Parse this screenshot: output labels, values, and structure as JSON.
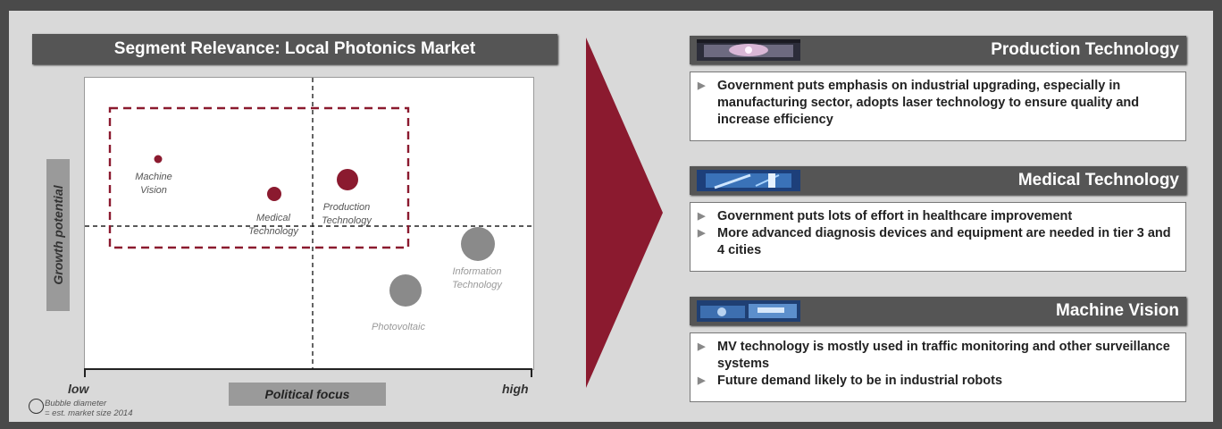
{
  "left_panel": {
    "title": "Segment Relevance: Local Photonics Market",
    "y_axis_label": "Growth potential",
    "x_axis_label": "Political focus",
    "x_low": "low",
    "x_high": "high",
    "legend_note_line1": "Bubble diameter",
    "legend_note_line2": "= est. market size 2014"
  },
  "bubbles": [
    {
      "label_line1": "Machine",
      "label_line2": "Vision",
      "color": "#8b1a2f",
      "group": "focus"
    },
    {
      "label_line1": "Medical",
      "label_line2": "Technology",
      "color": "#8b1a2f",
      "group": "focus"
    },
    {
      "label_line1": "Production",
      "label_line2": "Technology",
      "color": "#8b1a2f",
      "group": "focus"
    },
    {
      "label_line1": "Information",
      "label_line2": "Technology",
      "color": "#8a8a8a",
      "group": "other"
    },
    {
      "label_line1": "Photovoltaic",
      "label_line2": "",
      "color": "#8a8a8a",
      "group": "other"
    }
  ],
  "colors": {
    "accent": "#8b1a2f",
    "header_bg": "#555555",
    "gray_bubble": "#8a8a8a"
  },
  "sections": [
    {
      "title": "Production Technology",
      "thumb_icon": "laser-processing-photo",
      "bullets": [
        "Government puts emphasis on industrial upgrading, especially in manufacturing sector, adopts laser technology to ensure quality and increase efficiency"
      ]
    },
    {
      "title": "Medical Technology",
      "thumb_icon": "medical-laser-photo",
      "bullets": [
        "Government puts lots of effort in healthcare improvement",
        "More advanced diagnosis devices and equipment are needed in tier 3 and 4 cities"
      ]
    },
    {
      "title": "Machine Vision",
      "thumb_icon": "machine-vision-photo",
      "bullets": [
        "MV technology is mostly used in traffic monitoring and other surveillance systems",
        "Future demand likely to be in industrial robots"
      ]
    }
  ]
}
